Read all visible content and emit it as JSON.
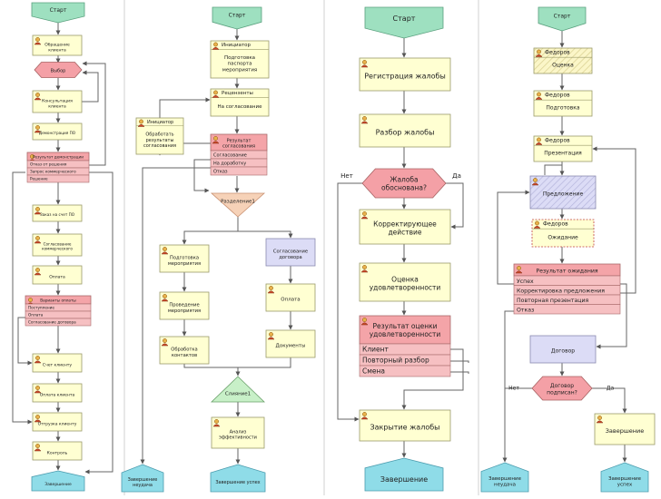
{
  "p1": {
    "start": "Старт",
    "n1": [
      "Обращение",
      "клиента"
    ],
    "n2": "Выбор",
    "n3": [
      "Консультация",
      "клиента"
    ],
    "n4": "Демонстрация ПО",
    "res": {
      "title": "Результат демонстрации",
      "rows": [
        "Отказ от решения",
        "Запрос коммерческого",
        "Решение"
      ]
    },
    "n5": "Заказ на счет ПО",
    "n6": [
      "Согласование",
      "коммерческого"
    ],
    "n7": "Оплата",
    "res2": {
      "title": "Варианты оплаты",
      "rows": [
        "Поступление",
        "Оплата",
        "Согласование договора"
      ]
    },
    "n8": "Счет клиенту",
    "n9": "Оплата клиента",
    "n10": "Отгрузка клиенту",
    "n11": "Контроль",
    "end": "Завершение"
  },
  "p2": {
    "start": "Старт",
    "init": {
      "role": "Инициатор",
      "text": [
        "Подготовка",
        "паспорта",
        "мероприятия"
      ]
    },
    "rev": {
      "role": "Рецензенты",
      "text": "На согласование"
    },
    "init2": {
      "role": "Инициатор",
      "text": [
        "Обработать",
        "результаты",
        "согласования"
      ]
    },
    "res": {
      "title": [
        "Результат",
        "согласования"
      ],
      "rows": [
        "Согласование",
        "На доработку",
        "Отказ"
      ]
    },
    "split": "Разделение1",
    "prep": [
      "Подготовка",
      "мероприятия"
    ],
    "agree": [
      "Согласование",
      "договора"
    ],
    "conduct": [
      "Проведение",
      "мероприятия"
    ],
    "pay": "Оплата",
    "process": [
      "Обработка",
      "контактов"
    ],
    "docs": "Документы",
    "merge": "Слияние1",
    "analysis": [
      "Анализ",
      "эффективности"
    ],
    "end_fail": [
      "Завершение",
      "неудача"
    ],
    "end_ok": "Завершение успех"
  },
  "p3": {
    "start": "Старт",
    "reg": "Регистрация жалобы",
    "review": "Разбор жалобы",
    "no": "Нет",
    "yes": "Да",
    "decision": [
      "Жалоба",
      "обоснована?"
    ],
    "correct": [
      "Корректирующее",
      "действие"
    ],
    "eval": [
      "Оценка",
      "удовлетворенности"
    ],
    "res": {
      "title": [
        "Результат оценки",
        "удовлетворенности"
      ],
      "rows": [
        "Клиент",
        "Повторный разбор",
        "Смена"
      ]
    },
    "close": "Закрытие жалобы",
    "end": "Завершение"
  },
  "p4": {
    "start": "Старт",
    "f1": {
      "role": "Федоров",
      "text": "Оценка"
    },
    "f2": {
      "role": "Федоров",
      "text": "Подготовка"
    },
    "f3": {
      "role": "Федоров",
      "text": "Презентация"
    },
    "offer": "Предложение",
    "f4": {
      "role": "Федоров",
      "text": "Ожидание"
    },
    "res": {
      "title": "Результат ожидания",
      "rows": [
        "Успех",
        "Корректировка предложения",
        "Повторная презентация",
        "Отказ"
      ]
    },
    "contract": "Договор",
    "no": "Нет",
    "yes": "Да",
    "decision": [
      "Договор",
      "подписан?"
    ],
    "complete": "Завершение",
    "end_fail": [
      "Завершение",
      "неудача"
    ],
    "end_ok": [
      "Завершение",
      "успех"
    ]
  }
}
